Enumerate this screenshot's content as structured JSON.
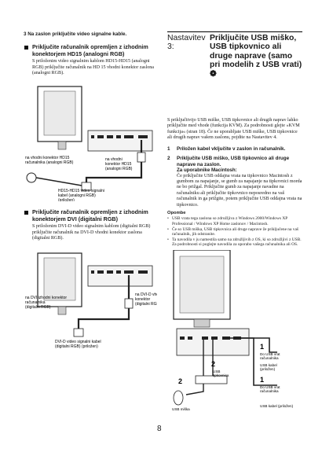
{
  "left": {
    "step3": "3  Na zaslon priključite video signalne kable.",
    "sec1": {
      "title": "Priključite računalnik opremljen z izhodnim konektorjem HD15 (analogni RGB)",
      "body": "S priloženim video signalnim kablom HD15-HD15 (analogni RGB) priključite računalnik na HD 15 vhodni konektor zaslona (analogni RGB).",
      "labels": {
        "to_hd15_input": "na vhodni konektor HD15 (analogni RGB)",
        "to_hd15_output": "na vhodni konektor HD15 računalnika (analogni RGB)",
        "cable": "HD15-HD15 video signalni kabel (analogni RGB) (priložen)"
      }
    },
    "sec2": {
      "title": "Priključite računalnik opremljen z izhodnim konektorjem DVI (digitalni RGB)",
      "body": "S priloženim DVI-D video signalnim kablom (digitalni RGB) priključite računalnik na DVI-D vhodni konektor zaslona (digitalni RGB).",
      "labels": {
        "to_dvi_input": "na DVI-D vhodni konektor (digitalni RGB)",
        "to_dvi_output": "na DVI izhodni konektor računalnika (digitalni RGB)",
        "cable": "DVI-D video signalni kabel (digitalni RGB) (priložen)"
      }
    }
  },
  "right": {
    "banner_lead": "Nastavitev 3:",
    "banner_title": "Priključite USB miško, USB tipkovnico ali druge naprave (samo pri modelih z USB vrati)",
    "intro": "S priključitvijo USB miške, USB tipkovnice ali drugih naprav lahko priključite med vhode (funkcija KVM). Za podrobnosti glejte »KVM funkcija« (stran 18). Če ne uporabljate USB miške, USB tipkovnice ali drugih naprav vašem zaslonu, pojdite na Nastavitev 4.",
    "item1": "Priložen kabel vključite v zaslon in računalnik.",
    "item2": "Priključite USB miško, USB tipkovnico ali druge naprave na zaslon.",
    "mac_head": "Za uporabnike Macintosh:",
    "mac_body": "Če priključite USB oddajna vrata na tipkovnico Macintosh z gumbom za napajanje, se gumb za napajanje na tipkovnici morda ne bo prižgal. Priključite gumb za napajanje navadne na računalniku ali priključite tipkovnico neposredno na vaš računalnik in ga prižgite, potem priključite USB oddajna vrata na tipkovnico.",
    "note_head": "Opombe",
    "notes": [
      "USB vrata tega zaslona so združljiva z Windows 2000/Windows XP Professional / Windows XP Home zaslonov / Macintosh.",
      "Če so USB miška, USB tipkovnica ali druge naprave že priključene na vaš računalnik, jih odstranite.",
      "Ta navodila v ju namestila samo na združljivih z OS, ki so združljivi z USB. Za podrobnosti si poglejte navodila za uporabo vašega računalnika ali OS."
    ],
    "diagram": {
      "to_usb_port": "Do USB vrat računalnika",
      "cable_included": "USB kabel (priložen)",
      "keyboard": "USB tipkovnica",
      "mouse": "USB miška",
      "callout_1": "1",
      "callout_2": "2"
    }
  },
  "page_number": "8"
}
